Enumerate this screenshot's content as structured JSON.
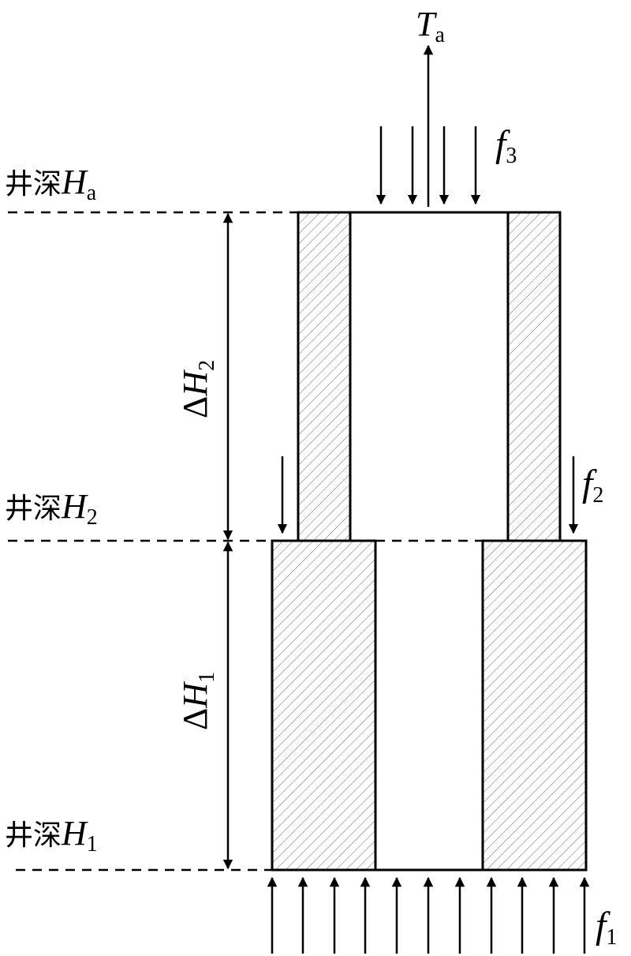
{
  "labels": {
    "depth_prefix": "井深",
    "depth_a": {
      "symbol": "H",
      "subscript": "a"
    },
    "depth_2": {
      "symbol": "H",
      "subscript": "2"
    },
    "depth_1": {
      "symbol": "H",
      "subscript": "1"
    },
    "delta_h2": {
      "prefix": "Δ",
      "symbol": "H",
      "subscript": "2"
    },
    "delta_h1": {
      "prefix": "Δ",
      "symbol": "H",
      "subscript": "1"
    },
    "tension": {
      "symbol": "T",
      "subscript": "a"
    },
    "force_3": {
      "symbol": "f",
      "subscript": "3"
    },
    "force_2": {
      "symbol": "f",
      "subscript": "2"
    },
    "force_1": {
      "symbol": "f",
      "subscript": "1"
    }
  }
}
